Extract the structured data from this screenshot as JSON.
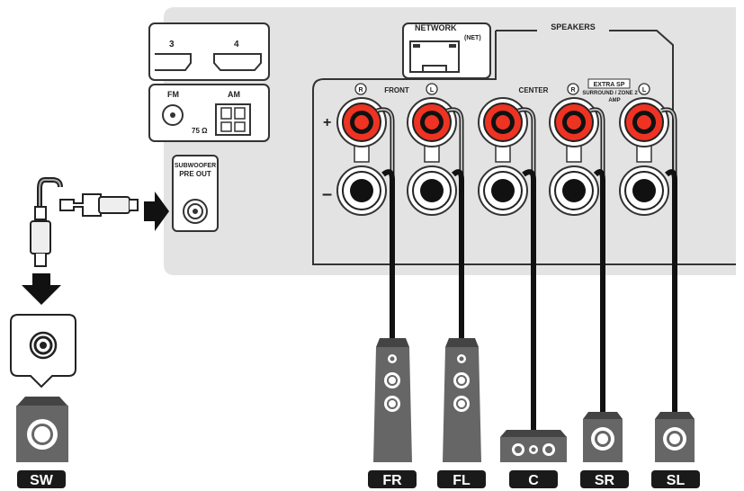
{
  "receiver": {
    "hdmi_labels": [
      "3",
      "4"
    ],
    "antenna": {
      "fm": "FM",
      "am": "AM",
      "ohm": "75 Ω"
    },
    "network": {
      "title": "NETWORK",
      "sub": "(NET)"
    },
    "speakers_title": "SPEAKERS",
    "subwoofer_out": {
      "line1": "SUBWOOFER",
      "line2": "PRE OUT"
    },
    "terminals": {
      "front": "FRONT",
      "center": "CENTER",
      "extra_sp": "EXTRA SP",
      "surround": "SURROUND / ZONE 2",
      "amp": "AMP",
      "right_mark": "R",
      "left_mark": "L",
      "plus": "+",
      "minus": "–"
    }
  },
  "speakers": {
    "subwoofer": "SW",
    "front_right": "FR",
    "front_left": "FL",
    "center": "C",
    "surround_right": "SR",
    "surround_left": "SL"
  },
  "colors": {
    "panel": "#e3e3e3",
    "positive_terminal": "#ee3322",
    "label_bg": "#1a1a1a",
    "speaker_body": "#666666"
  }
}
